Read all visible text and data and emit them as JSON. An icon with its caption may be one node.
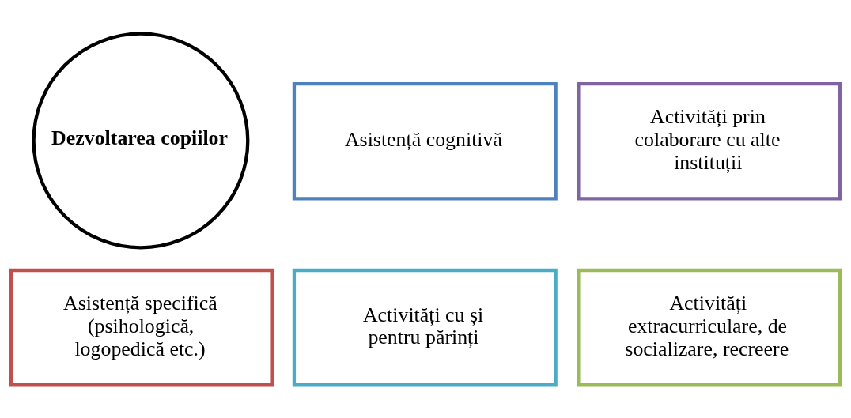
{
  "diagram": {
    "nodes": [
      {
        "text": [
          "Asistență cognitivă"
        ]
      },
      {
        "text": [
          "Activități prin colaborare cu alte instituții"
        ]
      },
      {
        "text": [
          "Asistență specifică (psihologică, logopedică etc.)"
        ]
      },
      {
        "text": [
          "Dezvoltarea copiilor"
        ]
      },
      {
        "text": [
          "Activități cu și pentru părinți"
        ]
      },
      {
        "text": [
          "Activități extracurriculare, de socializare, recreere"
        ]
      }
    ]
  }
}
